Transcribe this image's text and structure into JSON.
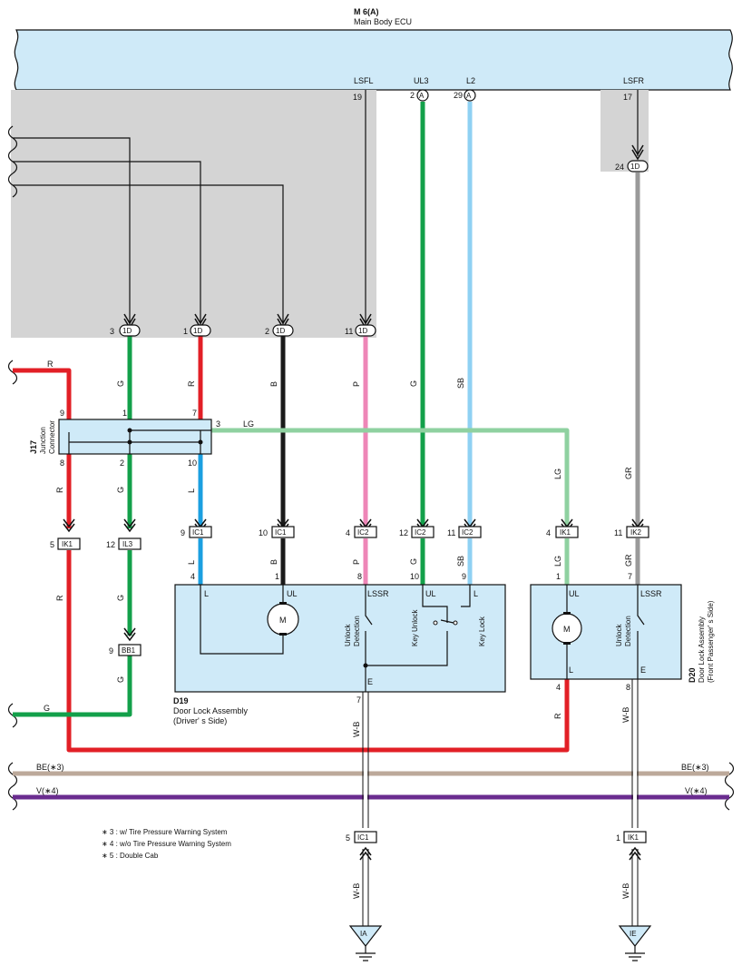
{
  "ecu": {
    "code": "M 6(A)",
    "name": "Main Body ECU"
  },
  "ecu_pins": [
    {
      "label": "LSFL",
      "pin": "19",
      "conn": ""
    },
    {
      "label": "UL3",
      "pin": "2",
      "conn": "A"
    },
    {
      "label": "L2",
      "pin": "29",
      "conn": "A"
    },
    {
      "label": "LSFR",
      "pin": "17",
      "conn": ""
    }
  ],
  "connectors": {
    "c1d_3": {
      "pin": "3",
      "id": "1D"
    },
    "c1d_1": {
      "pin": "1",
      "id": "1D"
    },
    "c1d_2": {
      "pin": "2",
      "id": "1D"
    },
    "c1d_11": {
      "pin": "11",
      "id": "1D"
    },
    "c1d_24": {
      "pin": "24",
      "id": "1D"
    },
    "ik1_5": {
      "pin": "5",
      "id": "IK1"
    },
    "il3_12": {
      "pin": "12",
      "id": "IL3"
    },
    "ic1_9": {
      "pin": "9",
      "id": "IC1"
    },
    "ic1_10": {
      "pin": "10",
      "id": "IC1"
    },
    "ic2_4": {
      "pin": "4",
      "id": "IC2"
    },
    "ic2_12": {
      "pin": "12",
      "id": "IC2"
    },
    "ic2_11": {
      "pin": "11",
      "id": "IC2"
    },
    "ik1_4": {
      "pin": "4",
      "id": "IK1"
    },
    "ik2_11": {
      "pin": "11",
      "id": "IK2"
    },
    "bb1_9": {
      "pin": "9",
      "id": "BB1"
    },
    "ic1_5": {
      "pin": "5",
      "id": "IC1"
    },
    "ik1_1": {
      "pin": "1",
      "id": "IK1"
    }
  },
  "junction": {
    "code": "J17",
    "name_line1": "Junction",
    "name_line2": "Connector",
    "pins": {
      "p9": "9",
      "p1": "1",
      "p7": "7",
      "p3": "3",
      "p8": "8",
      "p2": "2",
      "p10": "10"
    }
  },
  "wire_labels": {
    "r_in": "R",
    "g1": "G",
    "r1": "R",
    "b1": "B",
    "p1": "P",
    "g_ul3": "G",
    "sb": "SB",
    "lg": "LG",
    "r2": "R",
    "g2": "G",
    "l1": "L",
    "lg2": "LG",
    "gr1": "GR",
    "r3": "R",
    "g3": "G",
    "l2": "L",
    "b2": "B",
    "p2": "P",
    "g4": "G",
    "sb2": "SB",
    "lg3": "LG",
    "gr2": "GR",
    "g5": "G",
    "g_out": "G",
    "r4": "R",
    "wb1": "W-B",
    "wb2": "W-B",
    "wb3": "W-B",
    "wb4": "W-B",
    "be_l": "BE(∗3)",
    "be_r": "BE(∗3)",
    "v_l": "V(∗4)",
    "v_r": "V(∗4)"
  },
  "d19": {
    "code": "D19",
    "name": "Door Lock Assembly",
    "side": "(Driver' s Side)",
    "pins": {
      "p4": "4",
      "p1": "1",
      "p8": "8",
      "p10": "10",
      "p9": "9",
      "p7": "7"
    },
    "terms": {
      "l": "L",
      "ul": "UL",
      "lssr": "LSSR",
      "ul2": "UL",
      "l2": "L",
      "e": "E"
    },
    "motor": "M",
    "unlock1": "Unlock",
    "unlock2": "Detection",
    "key_unlock": "Key Unlock",
    "key_lock": "Key Lock"
  },
  "d20": {
    "code": "D20",
    "name": "Door Lock Assembly",
    "side": "(Front Passenger' s Side)",
    "pins": {
      "p1": "1",
      "p7": "7",
      "p4": "4",
      "p8": "8"
    },
    "terms": {
      "ul": "UL",
      "lssr": "LSSR",
      "l": "L",
      "e": "E"
    },
    "motor": "M",
    "unlock1": "Unlock",
    "unlock2": "Detection"
  },
  "grounds": {
    "ia": "IA",
    "ie": "IE"
  },
  "notes": [
    "∗ 3 : w/ Tire Pressure Warning System",
    "∗ 4 : w/o Tire Pressure Warning System",
    "∗ 5 : Double Cab"
  ],
  "colors": {
    "ecu": "#cfeaf8",
    "grey": "#d4d4d4",
    "red": "#e21f26",
    "green": "#13a04a",
    "black": "#1a1a1a",
    "pink": "#ee86b7",
    "lightblue": "#8fd1f3",
    "blue": "#1b9fe0",
    "lightgreen": "#8fd1a0",
    "greywire": "#9a9a9a",
    "beige": "#bca99a",
    "violet": "#6a2c8f"
  }
}
